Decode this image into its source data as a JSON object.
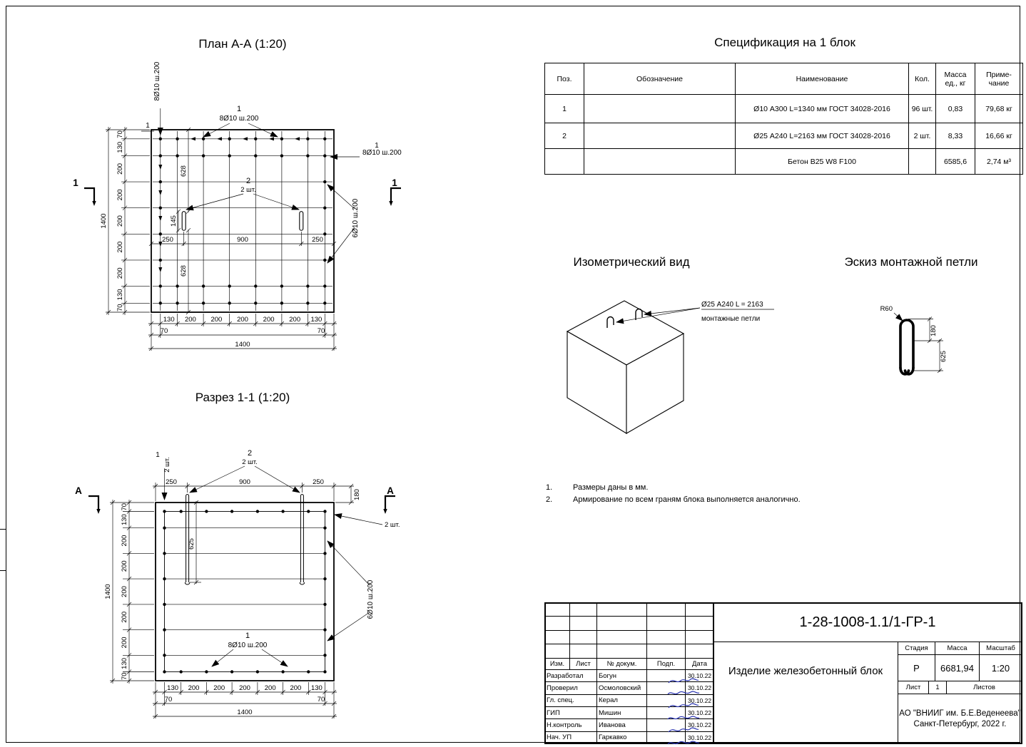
{
  "page": {
    "bg": "#ffffff",
    "ink": "#000000",
    "signature_color": "#2b35b2"
  },
  "plan": {
    "title": "План А-А (1:20)",
    "top_callout_num": "1",
    "top_callout_text": "8Ø10 ш.200",
    "left_vert_num": "1",
    "left_vert_text": "8Ø10 ш.200",
    "right_callout_num": "1",
    "right_callout_text": "8Ø10 ш.200",
    "side_callout": "6Ø10 ш.200",
    "loop_callout_num": "2",
    "loop_callout_qty": "2 шт.",
    "dim_628_top": "628",
    "dim_628_bot": "628",
    "dim_145": "145",
    "dim_250_left": "250",
    "dim_900": "900",
    "dim_250_right": "250",
    "left_dims": [
      "70",
      "130",
      "200",
      "200",
      "200",
      "200",
      "200",
      "130",
      "70"
    ],
    "left_total": "1400",
    "bottom_dims": [
      "130",
      "200",
      "200",
      "200",
      "200",
      "200",
      "130"
    ],
    "bottom_70_left": "70",
    "bottom_70_right": "70",
    "bottom_total": "1400",
    "cut_label": "1"
  },
  "section": {
    "title": "Разрез 1-1 (1:20)",
    "top_callout_num": "2",
    "top_callout_qty": "2 шт.",
    "topleft_num": "1",
    "topleft_qty": "2 шт.",
    "right_qty": "2 шт.",
    "dim_250_left": "250",
    "dim_900": "900",
    "dim_250_right": "250",
    "dim_180": "180",
    "dim_625": "625",
    "side_callout": "6Ø10 ш.200",
    "bottom_callout_num": "1",
    "bottom_callout_text": "8Ø10 ш.200",
    "left_dims": [
      "70",
      "130",
      "200",
      "200",
      "200",
      "200",
      "200",
      "130",
      "70"
    ],
    "left_total": "1400",
    "bottom_dims": [
      "130",
      "200",
      "200",
      "200",
      "200",
      "200",
      "130"
    ],
    "bottom_70_left": "70",
    "bottom_70_right": "70",
    "bottom_total": "1400",
    "cut_label": "А"
  },
  "spec": {
    "title": "Спецификация на 1 блок",
    "headers": {
      "pos": "Поз.",
      "designation": "Обозначение",
      "name": "Наименование",
      "qty": "Кол.",
      "mass_l1": "Масса",
      "mass_l2": "ед., кг",
      "note_l1": "Приме-",
      "note_l2": "чание"
    },
    "rows": [
      {
        "pos": "1",
        "designation": "",
        "name": "Ø10 А300 L=1340 мм ГОСТ 34028-2016",
        "qty": "96 шт.",
        "mass": "0,83",
        "note": "79,68 кг"
      },
      {
        "pos": "2",
        "designation": "",
        "name": "Ø25 А240 L=2163 мм ГОСТ 34028-2016",
        "qty": "2 шт.",
        "mass": "8,33",
        "note": "16,66 кг"
      },
      {
        "pos": "",
        "designation": "",
        "name": "Бетон В25 W8 F100",
        "qty": "",
        "mass": "6585,6",
        "note": "2,74 м³"
      }
    ]
  },
  "iso": {
    "title": "Изометрический вид",
    "label_line1": "Ø25 А240 L = 2163",
    "label_line2": "монтажные петли"
  },
  "sketch": {
    "title": "Эскиз монтажной петли",
    "radius_label": "R60",
    "dim_180": "180",
    "dim_625": "625"
  },
  "notes": {
    "n1_num": "1.",
    "n1_text": "Размеры даны в мм.",
    "n2_num": "2.",
    "n2_text": "Армирование по всем граням блока выполняется аналогично."
  },
  "titleblock": {
    "doc_number": "1-28-1008-1.1/1-ГР-1",
    "product_name": "Изделие железобетонный блок",
    "stage_label": "Стадия",
    "mass_label": "Масса",
    "scale_label": "Масштаб",
    "stage_value": "Р",
    "mass_value": "6681,94",
    "scale_value": "1:20",
    "sheet_label": "Лист",
    "sheet_value": "1",
    "sheets_label": "Листов",
    "org_line1": "АО \"ВНИИГ им. Б.Е.Веденеева\"",
    "org_line2": "Санкт-Петербург,  2022 г.",
    "col_headers": [
      "Изм.",
      "Лист",
      "№ докум.",
      "Подп.",
      "Дата"
    ],
    "sign_rows": [
      {
        "role": "Разработал",
        "name": "Богун",
        "date": "30.10.22"
      },
      {
        "role": "Проверил",
        "name": "Осмоловский",
        "date": "30.10.22"
      },
      {
        "role": "Гл. спец.",
        "name": "Керал",
        "date": "30.10.22"
      },
      {
        "role": "ГИП",
        "name": "Мишин",
        "date": "30.10.22"
      },
      {
        "role": "Н.контроль",
        "name": "Иванова",
        "date": "30.10.22"
      },
      {
        "role": "Нач. УП",
        "name": "Гаркавко",
        "date": "30.10.22"
      }
    ]
  }
}
